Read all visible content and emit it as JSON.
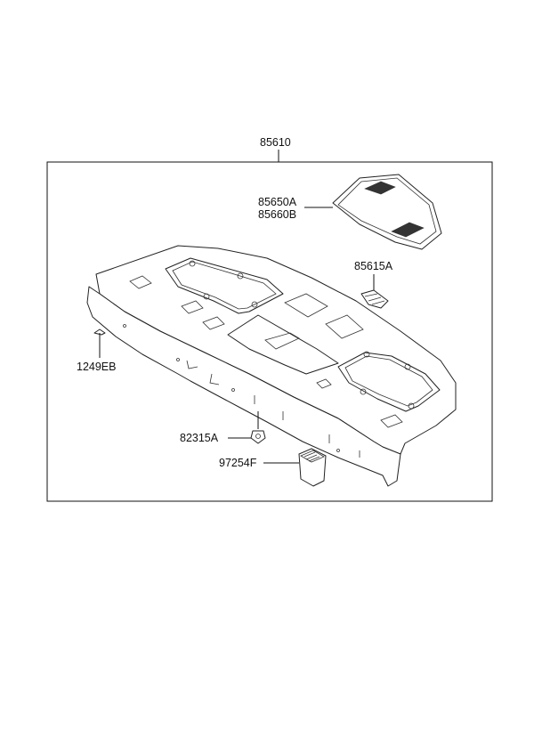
{
  "labels": {
    "assembly": "85610",
    "cover_a": "85650A",
    "cover_b": "85660B",
    "clip": "85615A",
    "screw": "1249EB",
    "fastener": "82315A",
    "cap": "97254F"
  }
}
